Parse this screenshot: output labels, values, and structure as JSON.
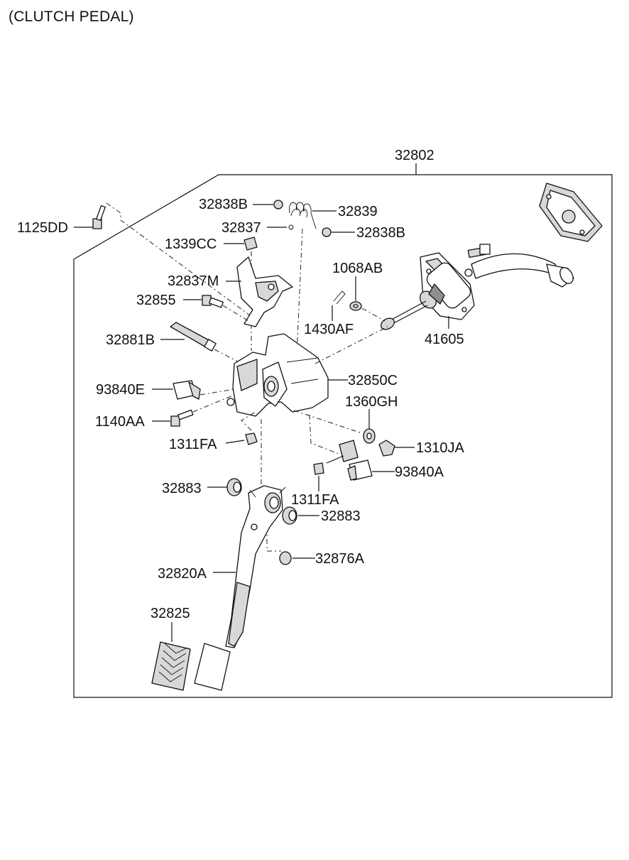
{
  "header": {
    "title": "(CLUTCH PEDAL)"
  },
  "assembly": {
    "number": "32802"
  },
  "labels": {
    "l_1125DD": "1125DD",
    "l_32838B_a": "32838B",
    "l_32839": "32839",
    "l_32837": "32837",
    "l_32838B_b": "32838B",
    "l_1339CC": "1339CC",
    "l_32837M": "32837M",
    "l_1068AB": "1068AB",
    "l_32855": "32855",
    "l_1430AF": "1430AF",
    "l_41605": "41605",
    "l_32881B": "32881B",
    "l_32850C": "32850C",
    "l_93840E": "93840E",
    "l_1360GH": "1360GH",
    "l_1140AA": "1140AA",
    "l_1311FA_a": "1311FA",
    "l_1310JA": "1310JA",
    "l_93840A": "93840A",
    "l_32883_a": "32883",
    "l_1311FA_b": "1311FA",
    "l_32883_b": "32883",
    "l_32876A": "32876A",
    "l_32820A": "32820A",
    "l_32825": "32825"
  },
  "icons": [
    "bolt-icon",
    "nut-icon",
    "spring-icon",
    "washer-icon",
    "pin-icon",
    "switch-icon",
    "bushing-icon",
    "bracket-icon",
    "master-cylinder-icon",
    "pedal-arm-icon",
    "pedal-pad-icon",
    "gasket-icon"
  ]
}
